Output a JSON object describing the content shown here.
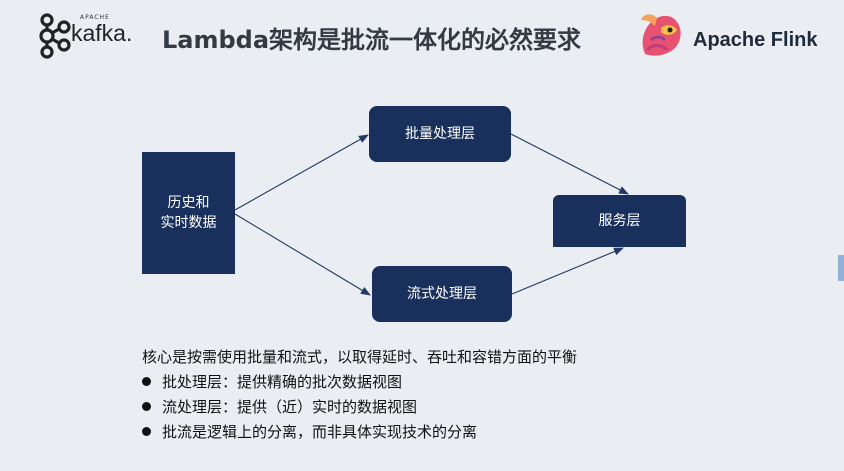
{
  "header": {
    "kafka_small": "APACHE",
    "kafka_word": "kafka.",
    "title": "Lambda架构是批流一体化的必然要求",
    "flink_word": "Apache Flink"
  },
  "diagram": {
    "source": "历史和\n实时数据",
    "batch": "批量处理层",
    "stream": "流式处理层",
    "serving": "服务层"
  },
  "summary": "核心是按需使用批量和流式，以取得延时、吞吐和容错方面的平衡",
  "bullets": [
    "批处理层：提供精确的批次数据视图",
    "流处理层：提供（近）实时的数据视图",
    "批流是逻辑上的分离，而非具体实现技术的分离"
  ],
  "colors": {
    "box_fill": "#19305c",
    "background": "#eaedf1",
    "arrow": "#1f3a66"
  }
}
